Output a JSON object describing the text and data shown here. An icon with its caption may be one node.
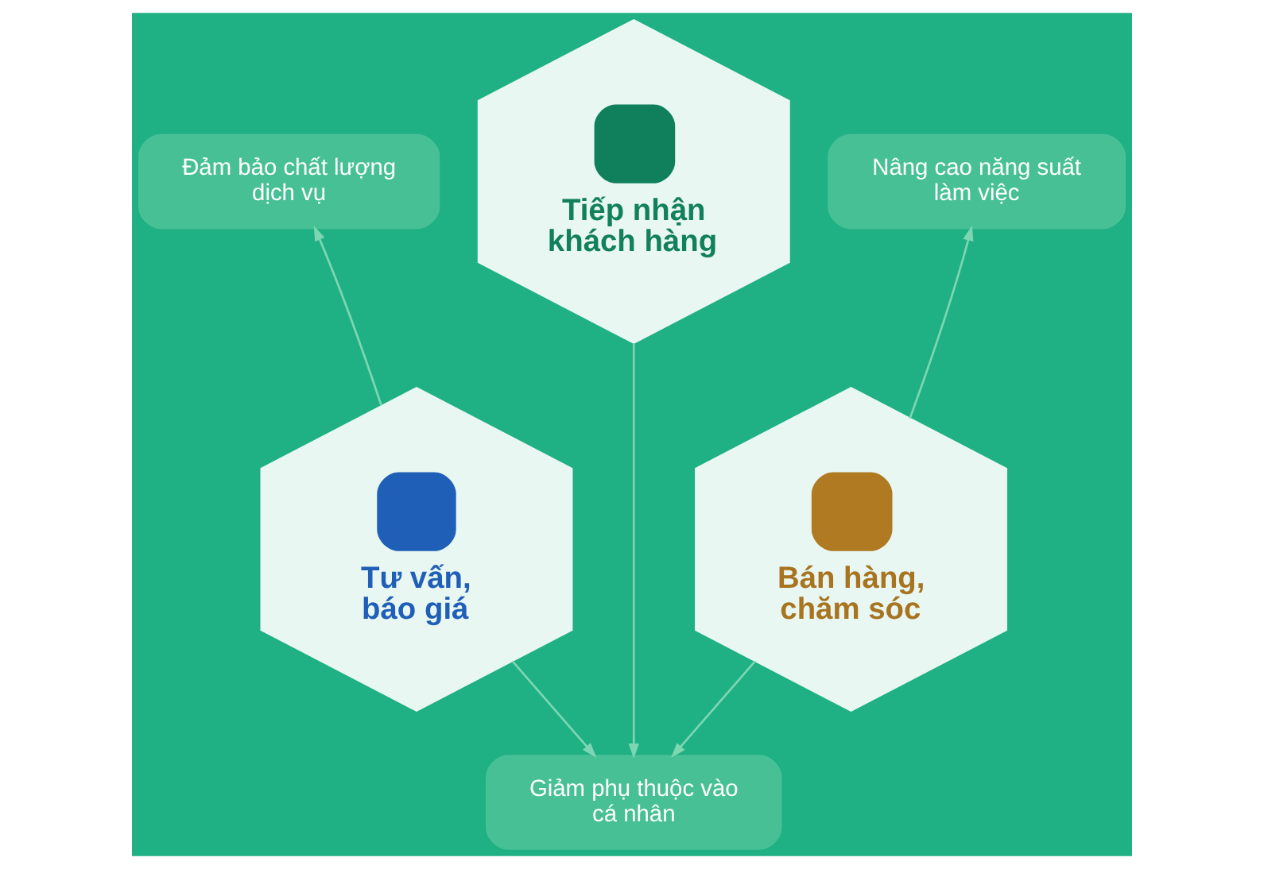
{
  "diagram": {
    "nodes": [
      {
        "text": [
          "Tiếp nhận khách hàng"
        ]
      },
      {
        "text": [
          "Đảm bảo chất lượng dịch vụ"
        ]
      },
      {
        "text": [
          "Nâng cao năng suất làm việc"
        ]
      },
      {
        "text": [
          "Tư vấn, báo giá"
        ]
      },
      {
        "text": [
          "Bán hàng, chăm sóc"
        ]
      },
      {
        "text": [
          "Giảm phụ thuộc vào cá nhân"
        ]
      }
    ],
    "edges": [
      {
        "from": 3,
        "to": 1,
        "arrow": "to"
      },
      {
        "from": 4,
        "to": 2,
        "arrow": "to"
      },
      {
        "from": 3,
        "to": 5,
        "arrow": "to"
      },
      {
        "from": 0,
        "to": 5,
        "arrow": "to"
      },
      {
        "from": 4,
        "to": 5,
        "arrow": "to"
      }
    ]
  }
}
